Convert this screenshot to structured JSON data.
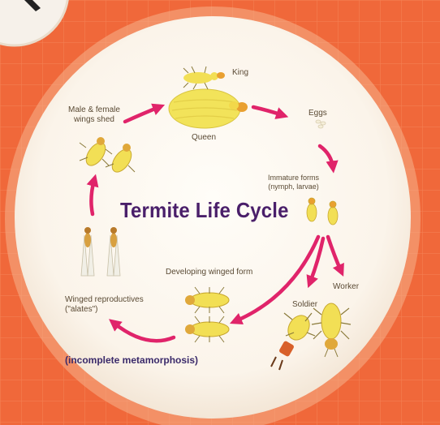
{
  "diagram": {
    "title": "Termite Life Cycle",
    "note": "(incomplete metamorphosis)",
    "stages": {
      "king": "King",
      "queen": "Queen",
      "eggs": "Eggs",
      "immature_line1": "Immature forms",
      "immature_line2": "(nymph, larvae)",
      "worker": "Worker",
      "soldier": "Soldier",
      "developing": "Developing winged form",
      "winged_line1": "Winged reproductives",
      "winged_line2": "(\"alates\")",
      "shed_line1": "Male & female",
      "shed_line2": "wings shed"
    }
  },
  "colors": {
    "background": "#f0683a",
    "disc": "#fbf6ee",
    "arrow": "#e0246a",
    "title": "#4a1f6a",
    "insect": "#f2df55"
  }
}
